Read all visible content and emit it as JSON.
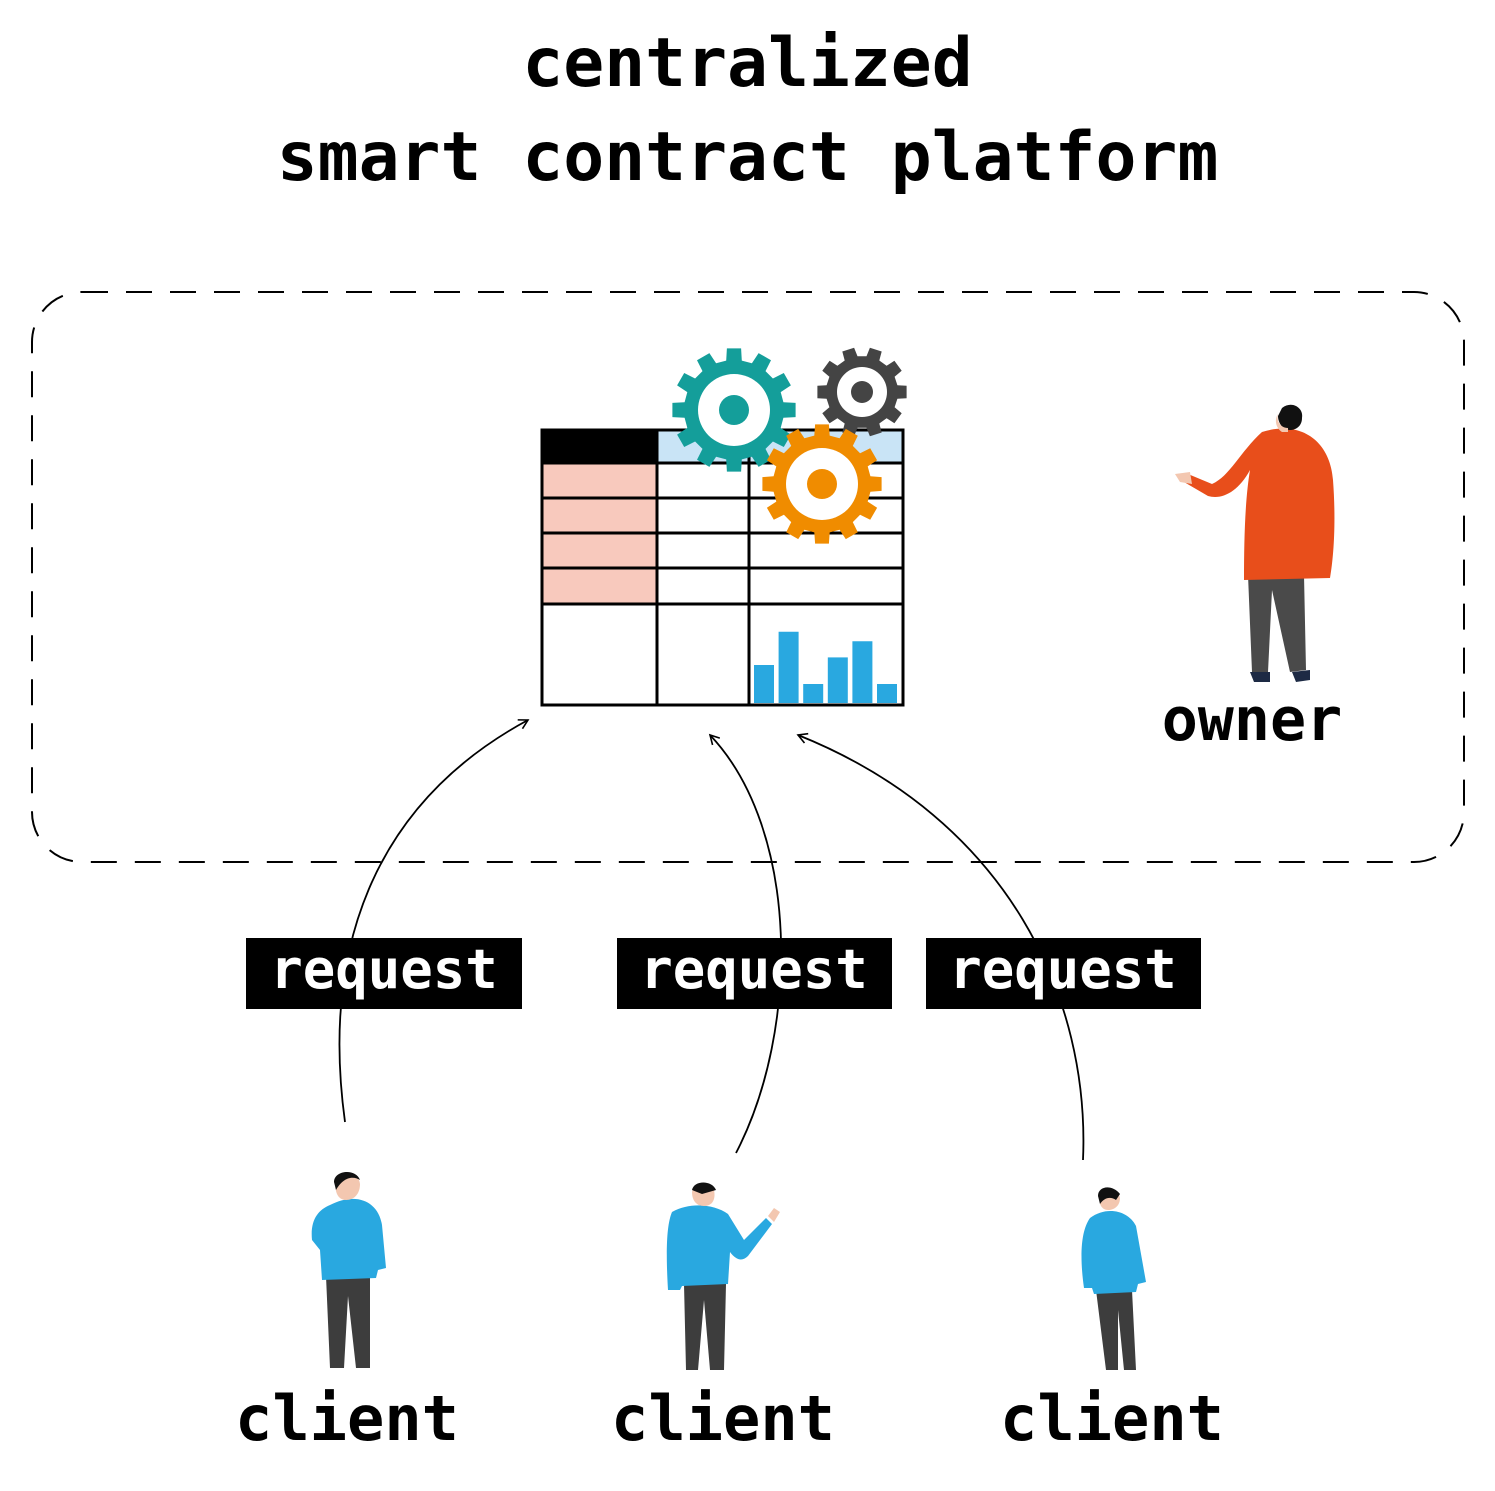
{
  "title": {
    "line1": "centralized",
    "line2": "smart contract platform"
  },
  "platform": {
    "icon": "spreadsheet-with-gears",
    "colors": {
      "header_dark": "#000000",
      "header_light": "#c9e4f6",
      "row_highlight": "#f8c9bd",
      "gear_teal": "#149e9a",
      "gear_dark": "#444444",
      "gear_orange": "#f08c00",
      "bars": "#29a8e0"
    },
    "bar_values": [
      40,
      75,
      20,
      48,
      65,
      20
    ]
  },
  "owner": {
    "label": "owner",
    "shirt_color": "#e84e1b"
  },
  "requests": [
    {
      "label": "request"
    },
    {
      "label": "request"
    },
    {
      "label": "request"
    }
  ],
  "clients": [
    {
      "label": "client",
      "shirt_color": "#29a8e0"
    },
    {
      "label": "client",
      "shirt_color": "#29a8e0"
    },
    {
      "label": "client",
      "shirt_color": "#29a8e0"
    }
  ]
}
